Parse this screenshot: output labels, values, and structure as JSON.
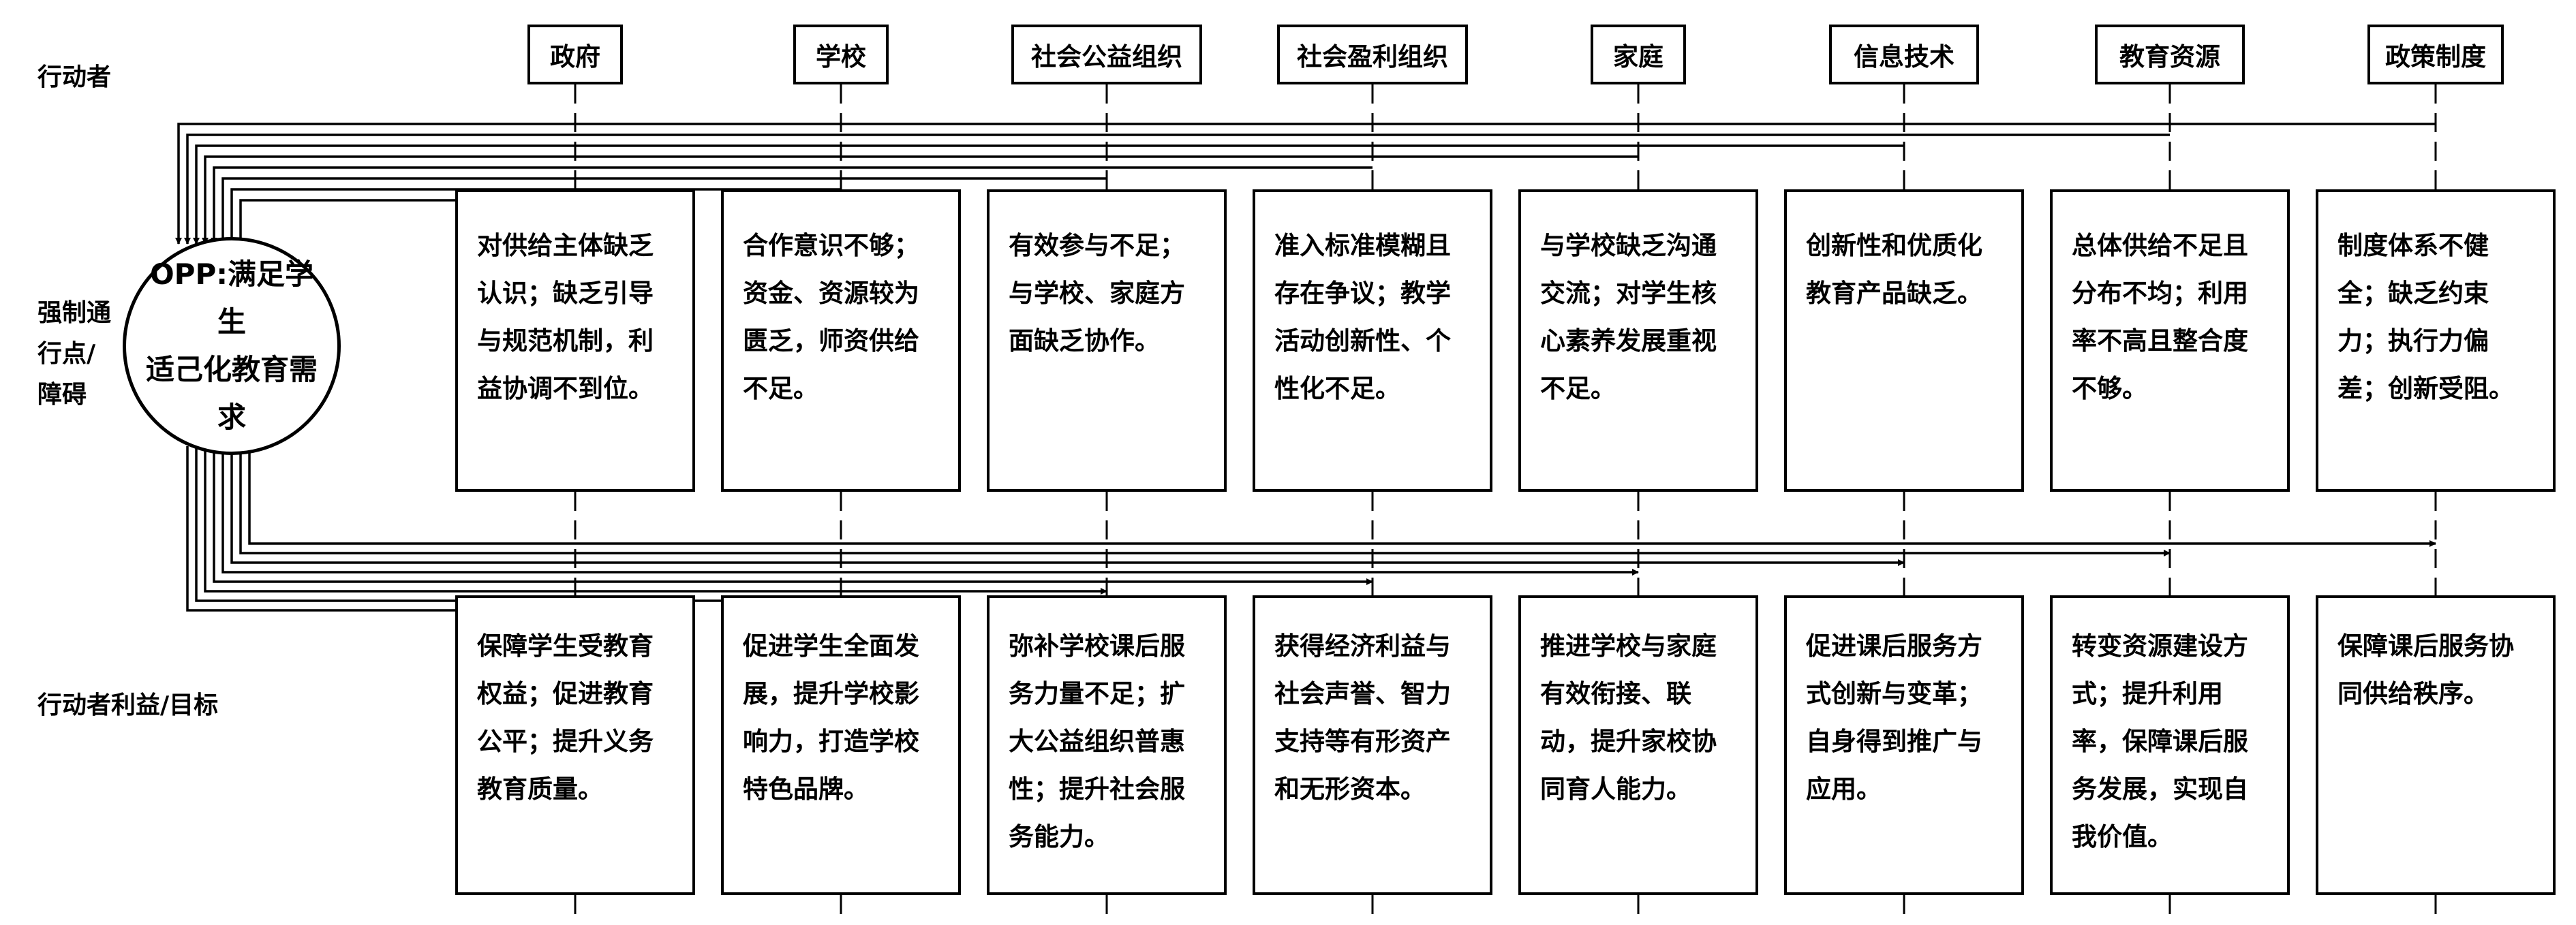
{
  "row_labels": {
    "actors": "行动者",
    "opp_obstacles": "强制通\n行点/\n障碍",
    "interests": "行动者利益/目标"
  },
  "opp": "OPP:满足学生\n适己化教育需求",
  "columns": [
    {
      "actor": "政府",
      "obstacle": "对供给主体缺乏认识；缺乏引导与规范机制，利益协调不到位。",
      "goal": "保障学生受教育权益；促进教育公平；提升义务教育质量。"
    },
    {
      "actor": "学校",
      "obstacle": "合作意识不够；资金、资源较为匮乏，师资供给不足。",
      "goal": "促进学生全面发展，提升学校影响力，打造学校特色品牌。"
    },
    {
      "actor": "社会公益组织",
      "obstacle": "有效参与不足；与学校、家庭方面缺乏协作。",
      "goal": "弥补学校课后服务力量不足；扩大公益组织普惠性；提升社会服务能力。"
    },
    {
      "actor": "社会盈利组织",
      "obstacle": "准入标准模糊且存在争议；教学活动创新性、个性化不足。",
      "goal": "获得经济利益与社会声誉、智力支持等有形资产和无形资本。"
    },
    {
      "actor": "家庭",
      "obstacle": "与学校缺乏沟通交流；对学生核心素养发展重视不足。",
      "goal": "推进学校与家庭有效衔接、联动，提升家校协同育人能力。"
    },
    {
      "actor": "信息技术",
      "obstacle": "创新性和优质化教育产品缺乏。",
      "goal": "促进课后服务方式创新与变革；自身得到推广与应用。"
    },
    {
      "actor": "教育资源",
      "obstacle": "总体供给不足且分布不均；利用率不高且整合度不够。",
      "goal": "转变资源建设方式；提升利用率，保障课后服务发展，实现自我价值。"
    },
    {
      "actor": "政策制度",
      "obstacle": "制度体系不健全；缺乏约束力；执行力偏差；创新受阻。",
      "goal": "保障课后服务协同供给秩序。"
    }
  ]
}
